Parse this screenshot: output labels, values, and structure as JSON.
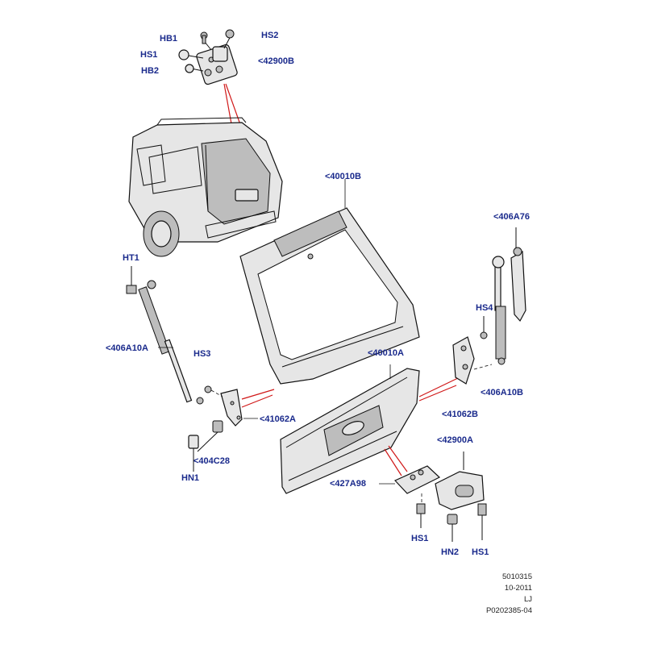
{
  "callouts": {
    "hb1": "HB1",
    "hs2": "HS2",
    "hs1_top": "HS1",
    "p42900b": "<42900B",
    "hb2": "HB2",
    "p40010b": "<40010B",
    "p406a76": "<406A76",
    "ht1": "HT1",
    "hs4": "HS4",
    "p406a10a": "<406A10A",
    "hs3": "HS3",
    "p40010a": "<40010A",
    "p406a10b": "<406A10B",
    "p41062a": "<41062A",
    "p41062b": "<41062B",
    "p42900a": "<42900A",
    "p404c28": "<404C28",
    "hn1": "HN1",
    "p427a98": "<427A98",
    "hs1_mid": "HS1",
    "hn2": "HN2",
    "hs1_right": "HS1"
  },
  "reference": {
    "code": "5010315",
    "date": "10-2011",
    "initials": "LJ",
    "drawing": "P0202385-04"
  }
}
